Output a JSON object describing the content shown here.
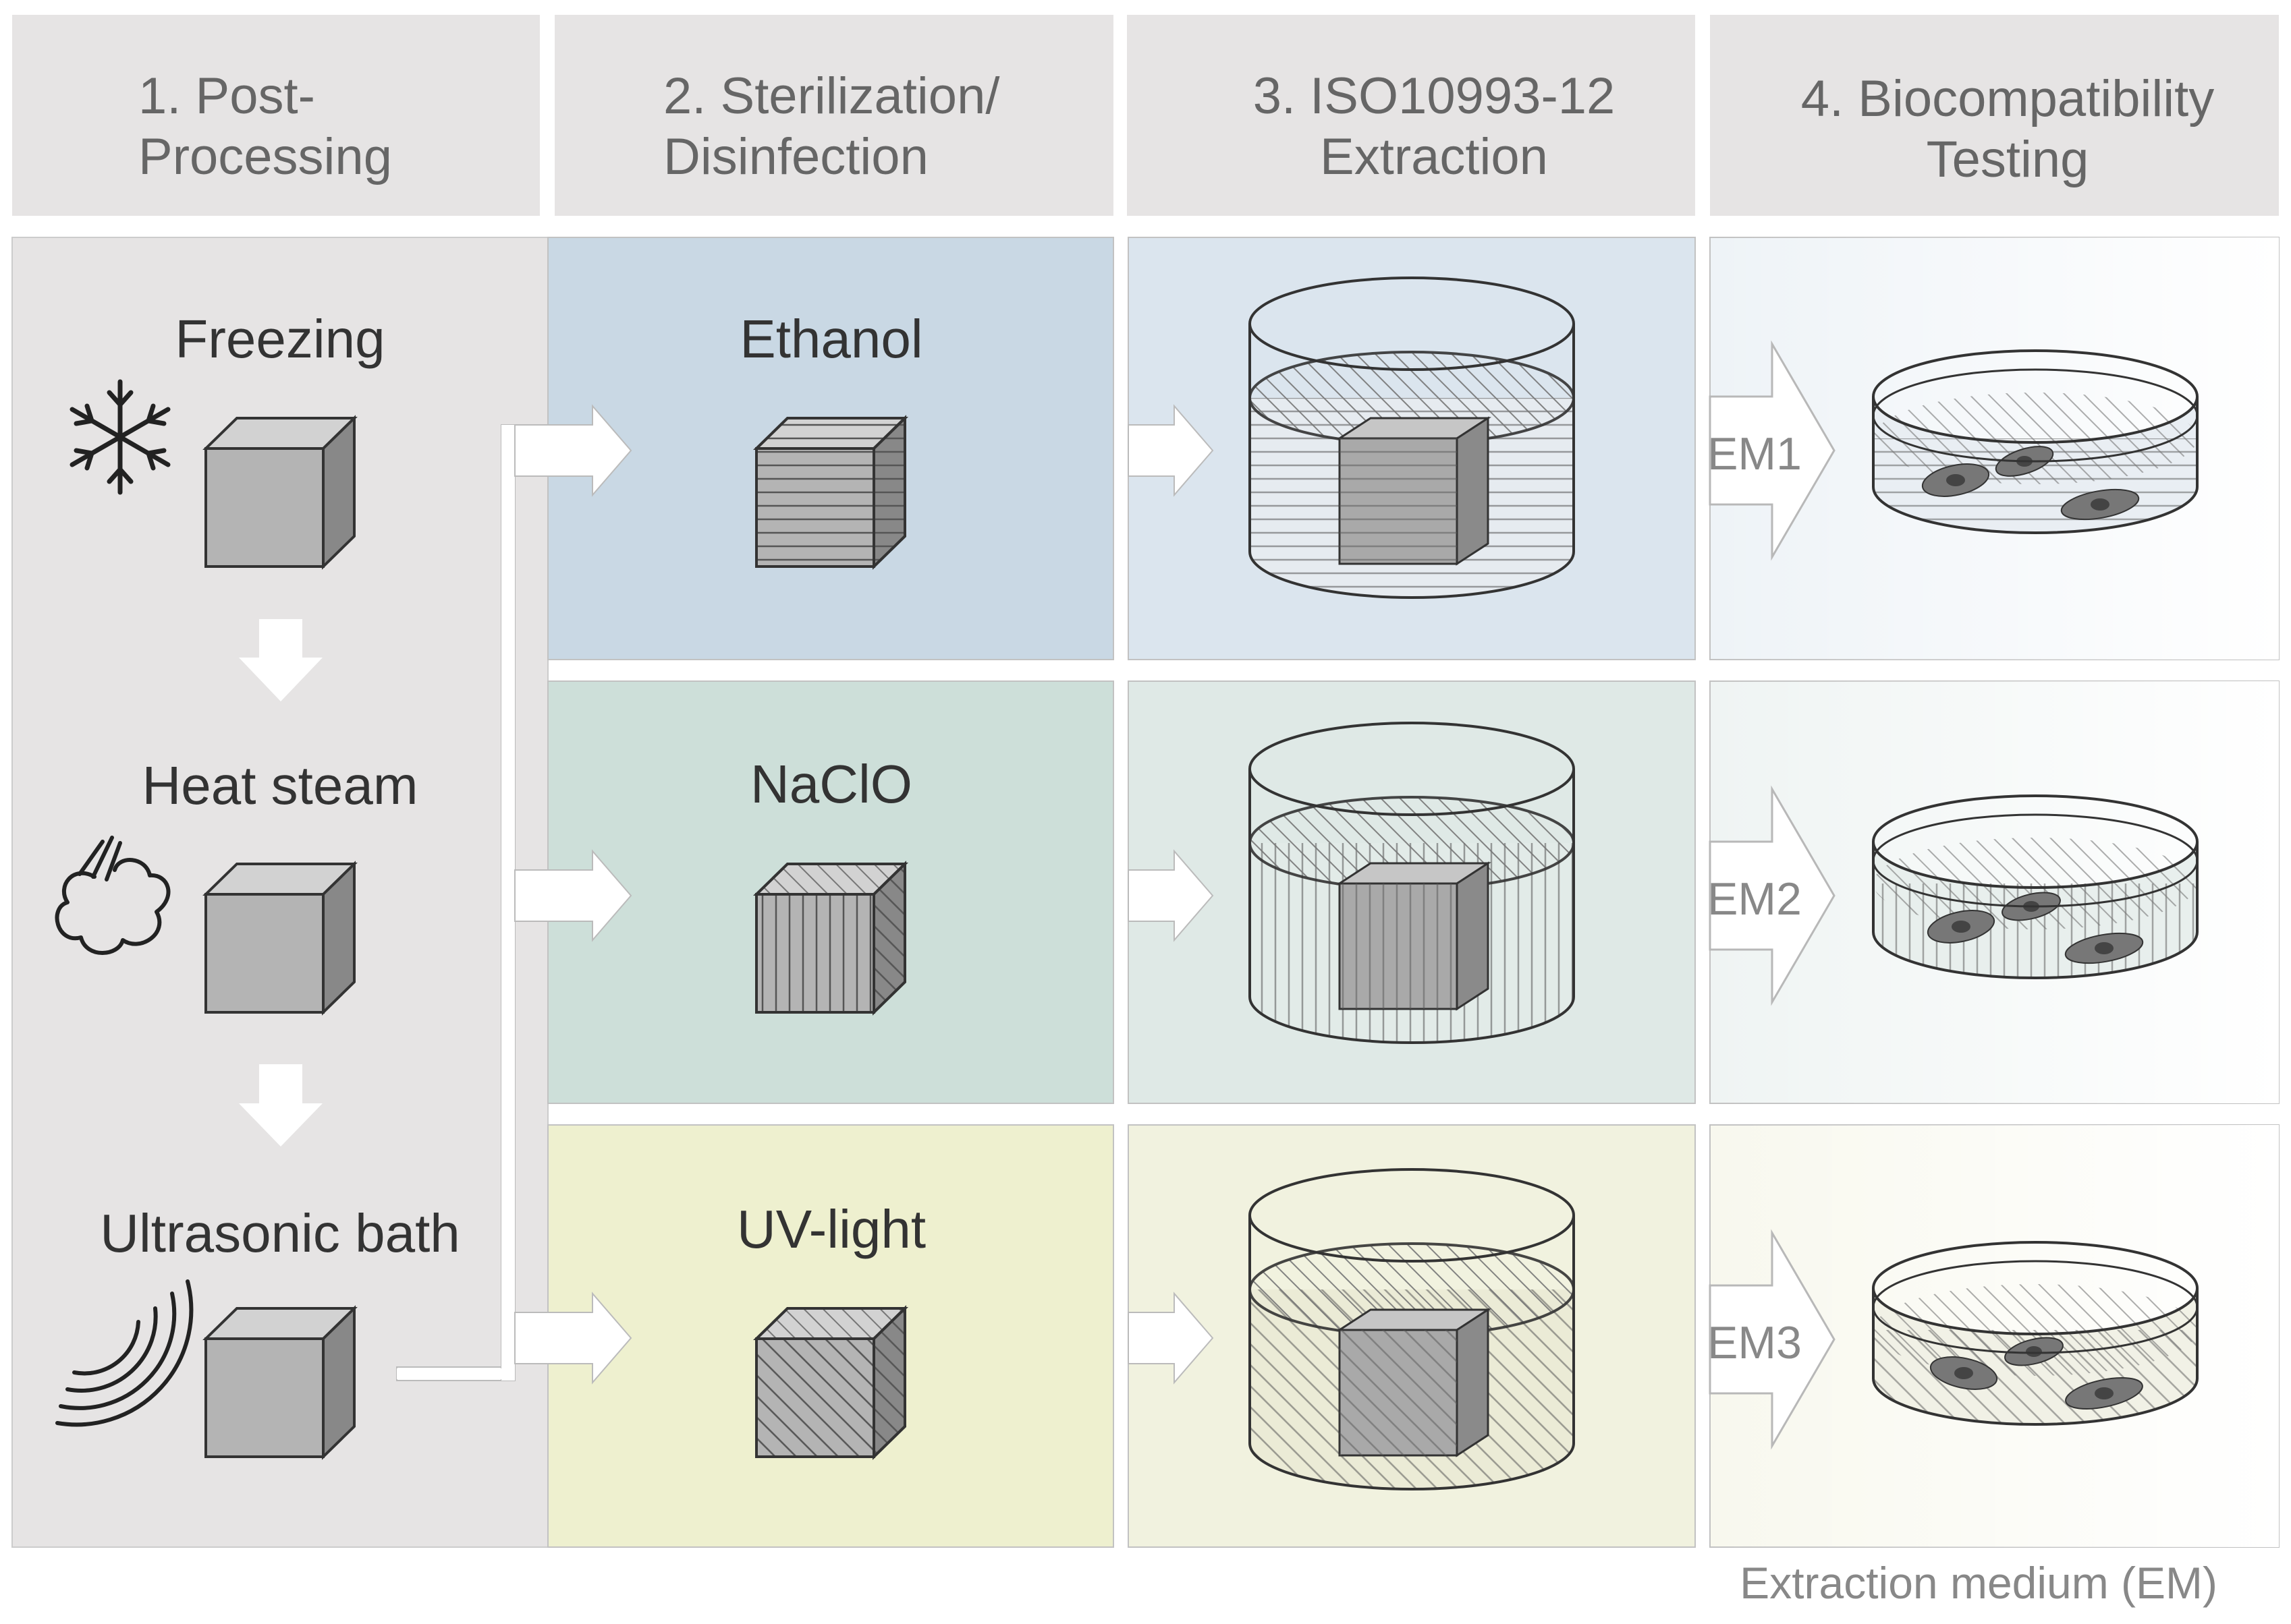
{
  "headers": [
    {
      "line1": "1. Post-",
      "line2": "Processing"
    },
    {
      "line1": "2. Sterilization/",
      "line2": "Disinfection"
    },
    {
      "line1": "3. ISO10993-12",
      "line2": "Extraction"
    },
    {
      "line1": "4. Biocompatibility",
      "line2": "Testing"
    }
  ],
  "post_processing": {
    "steps": [
      "Freezing",
      "Heat steam",
      "Ultrasonic bath"
    ],
    "icons": [
      "snowflake-icon",
      "steam-cloud-icon",
      "sound-waves-icon"
    ]
  },
  "rows": [
    {
      "method": "Ethanol",
      "medium": "EM1",
      "pattern": "horizontal",
      "tint": "#c9d8e4"
    },
    {
      "method": "NaClO",
      "medium": "EM2",
      "pattern": "vertical",
      "tint": "#cddfd9"
    },
    {
      "method": "UV-light",
      "medium": "EM3",
      "pattern": "diagonal",
      "tint": "#eef0cf"
    }
  ],
  "footer": {
    "legend": "Extraction medium (EM)"
  },
  "colors": {
    "header_bg": "#e6e4e4",
    "header_text": "#666666",
    "label_text": "#333333",
    "panel_gray": "#e6e4e4",
    "cube_front": "#b4b4b4",
    "cube_top": "#d2d2d2",
    "cube_side": "#888888",
    "arrow_outline": "#b8b8b8",
    "em_text": "#888888"
  }
}
